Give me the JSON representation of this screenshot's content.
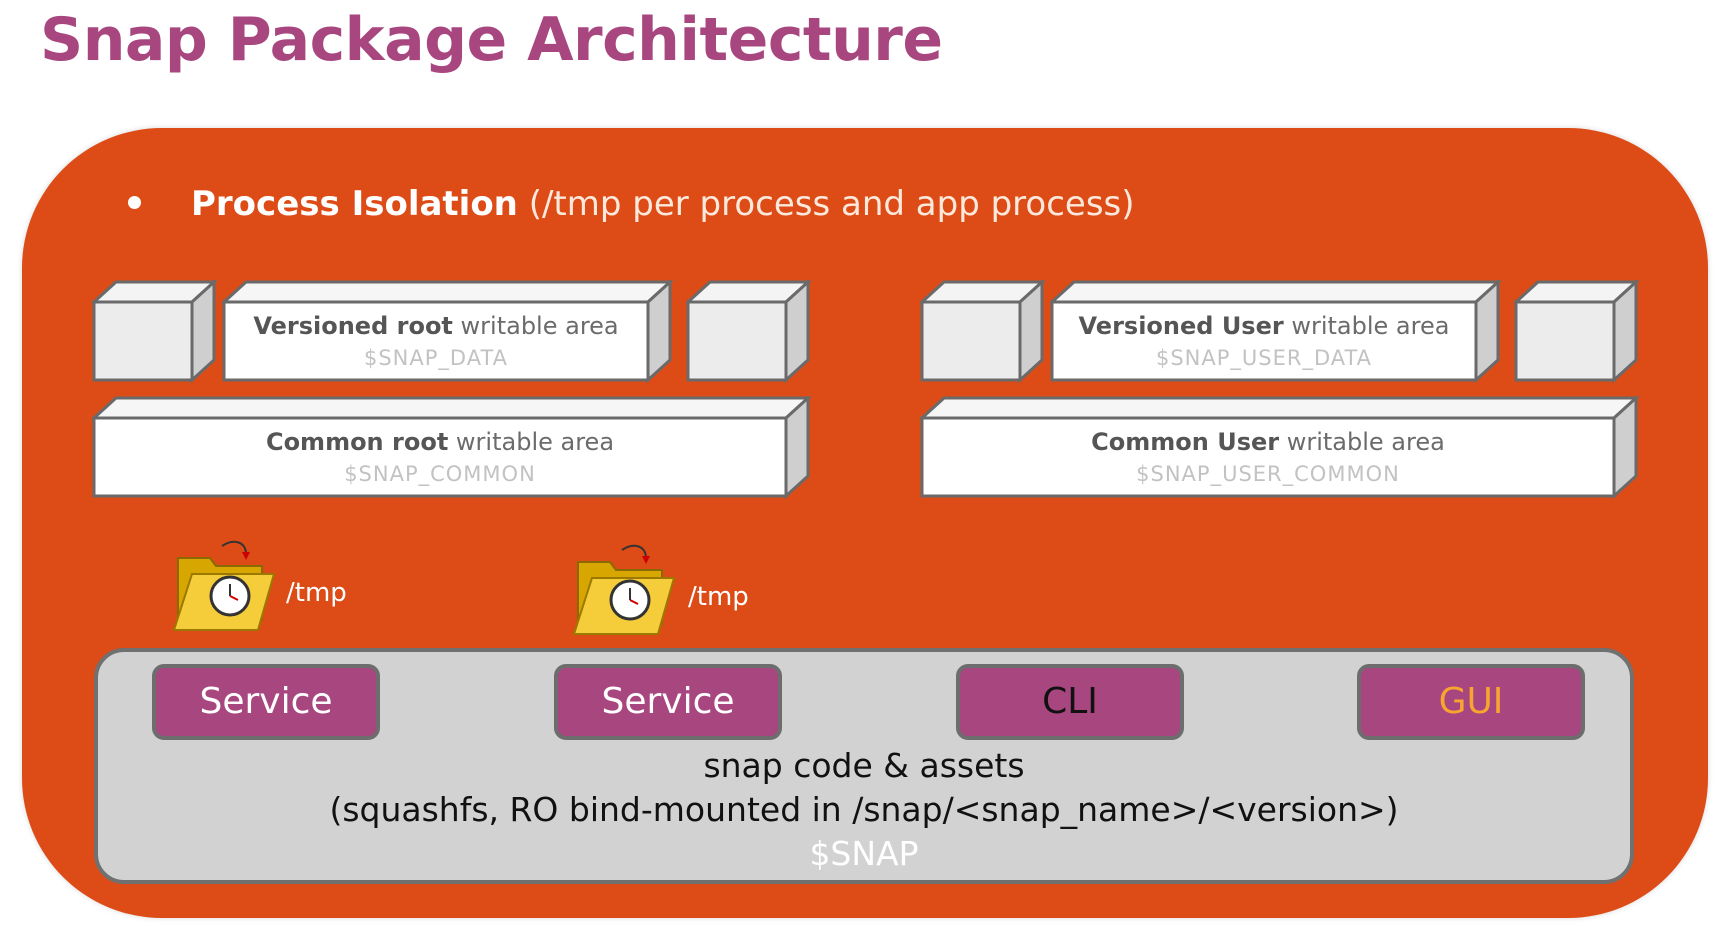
{
  "title": "Snap Package Architecture",
  "bullet": {
    "strong": "Process Isolation",
    "rest": " (/tmp per process and app process)"
  },
  "root_group": {
    "versioned": {
      "bold": "Versioned root",
      "rest": " writable area",
      "var": "$SNAP_DATA"
    },
    "common": {
      "bold": "Common root",
      "rest": " writable area",
      "var": "$SNAP_COMMON"
    }
  },
  "user_group": {
    "versioned": {
      "bold": "Versioned User",
      "rest": " writable area",
      "var": "$SNAP_USER_DATA"
    },
    "common": {
      "bold": "Common User",
      "rest": " writable area",
      "var": "$SNAP_USER_COMMON"
    }
  },
  "tmp_folders": [
    {
      "label": "/tmp",
      "icon": "folder-clock-icon"
    },
    {
      "label": "/tmp",
      "icon": "folder-clock-icon"
    }
  ],
  "apps": [
    {
      "label": "Service",
      "color": "#ffffff"
    },
    {
      "label": "Service",
      "color": "#ffffff"
    },
    {
      "label": "CLI",
      "color": "#111111"
    },
    {
      "label": "GUI",
      "color": "#f7a530"
    }
  ],
  "code_area": {
    "line1": "snap code & assets",
    "line2": "(squashfs, RO bind-mounted in /snap/<snap_name>/<version>)",
    "var": "$SNAP"
  },
  "colors": {
    "title": "#a8467f",
    "panel": "#dd4c17",
    "app_pill": "#a8467f",
    "code_area": "#d2d2d2"
  }
}
